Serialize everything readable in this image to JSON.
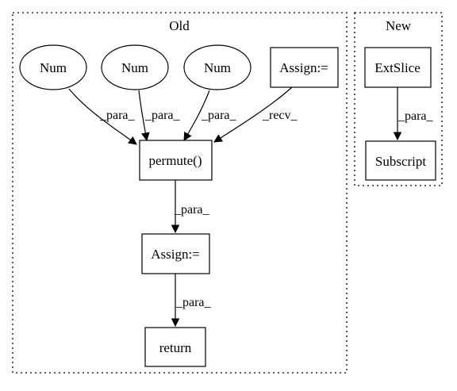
{
  "clusters": {
    "old": {
      "label": "Old"
    },
    "new": {
      "label": "New"
    }
  },
  "nodes": {
    "num1": {
      "label": "Num"
    },
    "num2": {
      "label": "Num"
    },
    "num3": {
      "label": "Num"
    },
    "assign_top": {
      "label": "Assign:="
    },
    "permute": {
      "label": "permute()"
    },
    "assign_mid": {
      "label": "Assign:="
    },
    "return_node": {
      "label": "return"
    },
    "extslice": {
      "label": "ExtSlice"
    },
    "subscript": {
      "label": "Subscript"
    }
  },
  "edges": {
    "num1_permute": {
      "label": "_para_"
    },
    "num2_permute": {
      "label": "_para_"
    },
    "num3_permute": {
      "label": "_para_"
    },
    "assign_permute": {
      "label": "_recv_"
    },
    "permute_assign": {
      "label": "_para_"
    },
    "assign_return": {
      "label": "_para_"
    },
    "extslice_subscript": {
      "label": "_para_"
    }
  }
}
